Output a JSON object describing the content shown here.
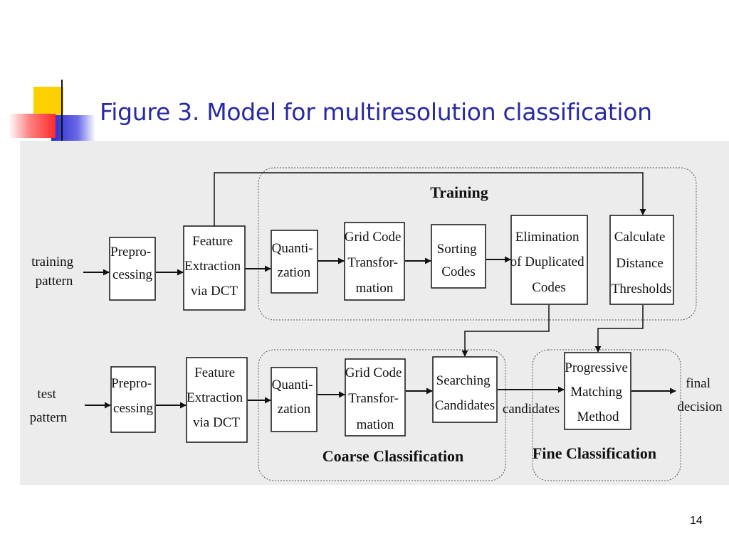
{
  "slide": {
    "title": "Figure 3. Model for multiresolution classification",
    "page_number": "14",
    "title_color": "#2a2aa0"
  },
  "diagram": {
    "groups": {
      "training": "Training",
      "coarse": "Coarse Classification",
      "fine": "Fine Classification"
    },
    "inputs": {
      "training": [
        "training",
        "pattern"
      ],
      "test": [
        "test",
        "pattern"
      ]
    },
    "training_row": {
      "preprocessing": [
        "Prepro-",
        "cessing"
      ],
      "feature_extraction": [
        "Feature",
        "Extraction",
        "via DCT"
      ],
      "quantization": [
        "Quanti-",
        "zation"
      ],
      "grid_code": [
        "Grid Code",
        "Transfor-",
        "mation"
      ],
      "sorting": [
        "Sorting",
        "Codes"
      ],
      "elimination": [
        "Elimination",
        "of Duplicated",
        "Codes"
      ],
      "thresholds": [
        "Calculate",
        "Distance",
        "Thresholds"
      ]
    },
    "test_row": {
      "preprocessing": [
        "Prepro-",
        "cessing"
      ],
      "feature_extraction": [
        "Feature",
        "Extraction",
        "via DCT"
      ],
      "quantization": [
        "Quanti-",
        "zation"
      ],
      "grid_code": [
        "Grid Code",
        "Transfor-",
        "mation"
      ],
      "searching": [
        "Searching",
        "Candidates"
      ],
      "matching": [
        "Progressive",
        "Matching",
        "Method"
      ]
    },
    "edge_label_candidates": "candidates",
    "output": [
      "final",
      "decision"
    ]
  }
}
